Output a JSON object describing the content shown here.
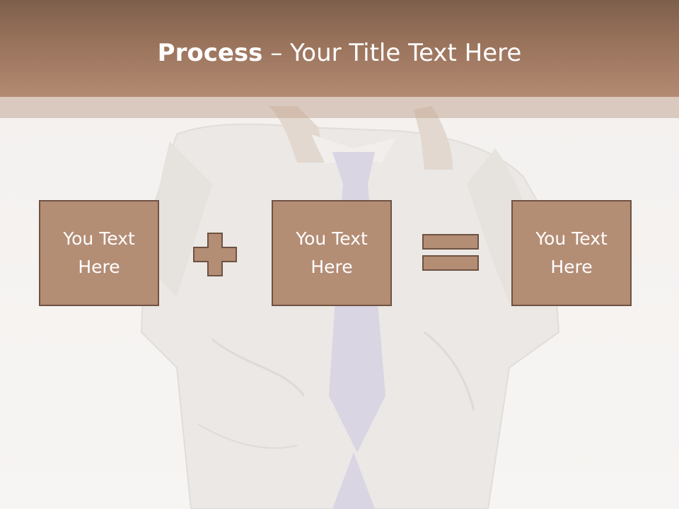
{
  "title": {
    "strong": "Process",
    "separator": " – ",
    "rest": "Your Title Text Here"
  },
  "boxes": [
    {
      "line1": "You Text",
      "line2": "Here"
    },
    {
      "line1": "You Text",
      "line2": "Here"
    },
    {
      "line1": "You Text",
      "line2": "Here"
    }
  ],
  "operators": [
    "plus",
    "equals"
  ],
  "colors": {
    "header": "#9a735c",
    "box_fill": "#b48d75",
    "box_border": "#6e5242",
    "text": "#ffffff",
    "background": "#f6f4f2"
  }
}
